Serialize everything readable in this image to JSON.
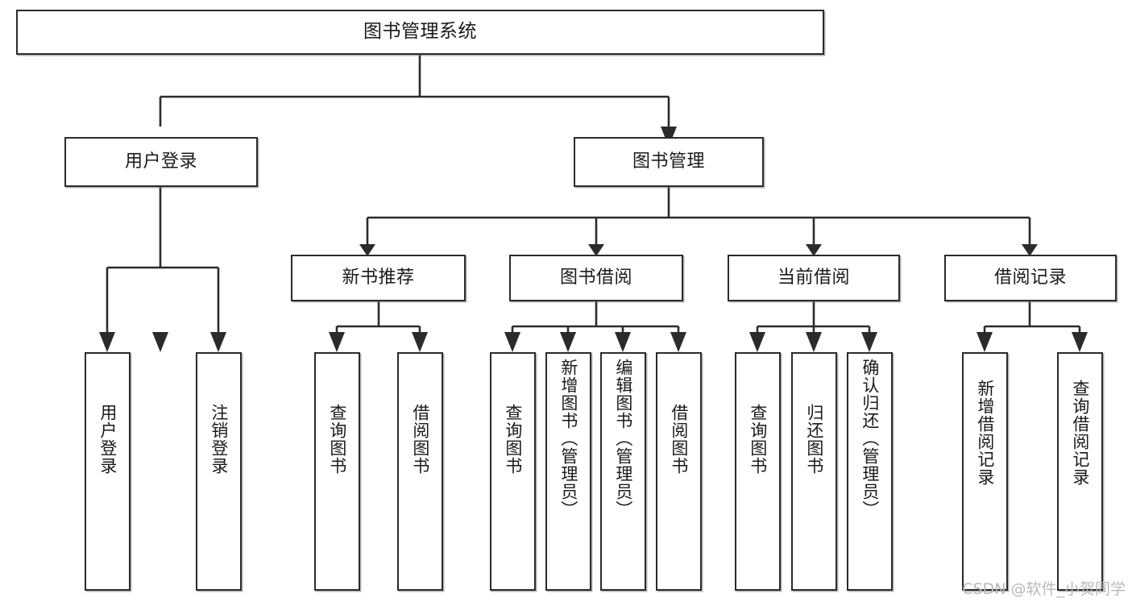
{
  "diagram": {
    "title": "图书管理系统",
    "type": "tree-hierarchy-chart",
    "watermark": "CSDN @软件_小贺同学",
    "colors": {
      "box_border": "#2b2b2b",
      "box_fill": "#ffffff",
      "edge": "#2b2b2b",
      "text": "#1a1a1a",
      "watermark": "#b9b9b9",
      "background": "#ffffff"
    },
    "nodes": {
      "root": {
        "label": "图书管理系统"
      },
      "level2": [
        {
          "id": "user-login",
          "label": "用户登录"
        },
        {
          "id": "book-manage",
          "label": "图书管理"
        }
      ],
      "level3": [
        {
          "id": "new-book-recommend",
          "label": "新书推荐"
        },
        {
          "id": "book-borrow",
          "label": "图书借阅"
        },
        {
          "id": "current-borrow",
          "label": "当前借阅"
        },
        {
          "id": "borrow-record",
          "label": "借阅记录"
        }
      ],
      "leaves": {
        "user_login": [
          {
            "id": "leaf-user-login",
            "label": "用户登录"
          },
          {
            "id": "leaf-logout-login",
            "label": "注销登录"
          }
        ],
        "new_book_recommend": [
          {
            "id": "leaf-query-book-1",
            "label": "查询图书"
          },
          {
            "id": "leaf-borrow-book-1",
            "label": "借阅图书"
          }
        ],
        "book_borrow": [
          {
            "id": "leaf-query-book-2",
            "label": "查询图书"
          },
          {
            "id": "leaf-add-book",
            "label": "新增图书（管理员）"
          },
          {
            "id": "leaf-edit-book",
            "label": "编辑图书（管理员）"
          },
          {
            "id": "leaf-borrow-book-2",
            "label": "借阅图书"
          }
        ],
        "current_borrow": [
          {
            "id": "leaf-query-book-3",
            "label": "查询图书"
          },
          {
            "id": "leaf-return-book",
            "label": "归还图书"
          },
          {
            "id": "leaf-confirm-return",
            "label": "确认归还（管理员）"
          }
        ],
        "borrow_record": [
          {
            "id": "leaf-add-record",
            "label": "新增借阅记录"
          },
          {
            "id": "leaf-query-record",
            "label": "查询借阅记录"
          }
        ]
      }
    }
  }
}
